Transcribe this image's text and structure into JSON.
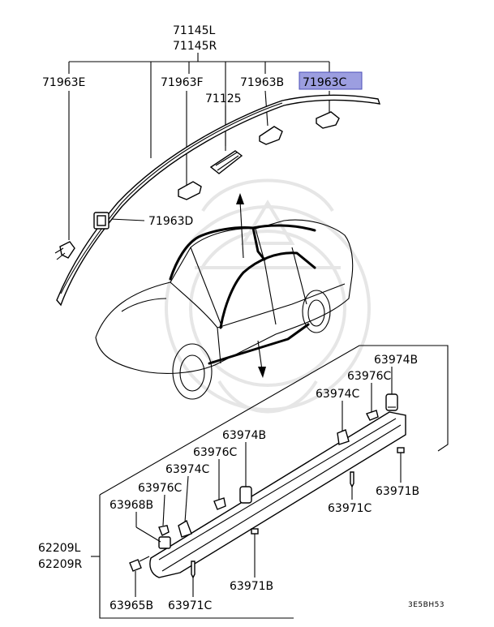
{
  "labels": {
    "top_l": "71145L",
    "top_r": "71145R",
    "c71963E": "71963E",
    "c71963F": "71963F",
    "c71963B": "71963B",
    "c71963C": "71963C",
    "c71125": "71125",
    "c71963D": "71963D",
    "c63974B_a": "63974B",
    "c63976C_a": "63976C",
    "c63974C_a": "63974C",
    "c63974B_b": "63974B",
    "c63976C_b": "63976C",
    "c63974C_b": "63974C",
    "c63976C_c": "63976C",
    "c63968B": "63968B",
    "c62209L": "62209L",
    "c62209R": "62209R",
    "c63971B_a": "63971B",
    "c63971C_a": "63971C",
    "c63971B_b": "63971B",
    "c63965B": "63965B",
    "c63971C_b": "63971C",
    "drawing_code": "3E5BH53"
  },
  "colors": {
    "highlight_fill": "#9c9ee0",
    "highlight_stroke": "#4b4fb8",
    "ink": "#000000",
    "watermark": "#e6e6e6"
  }
}
